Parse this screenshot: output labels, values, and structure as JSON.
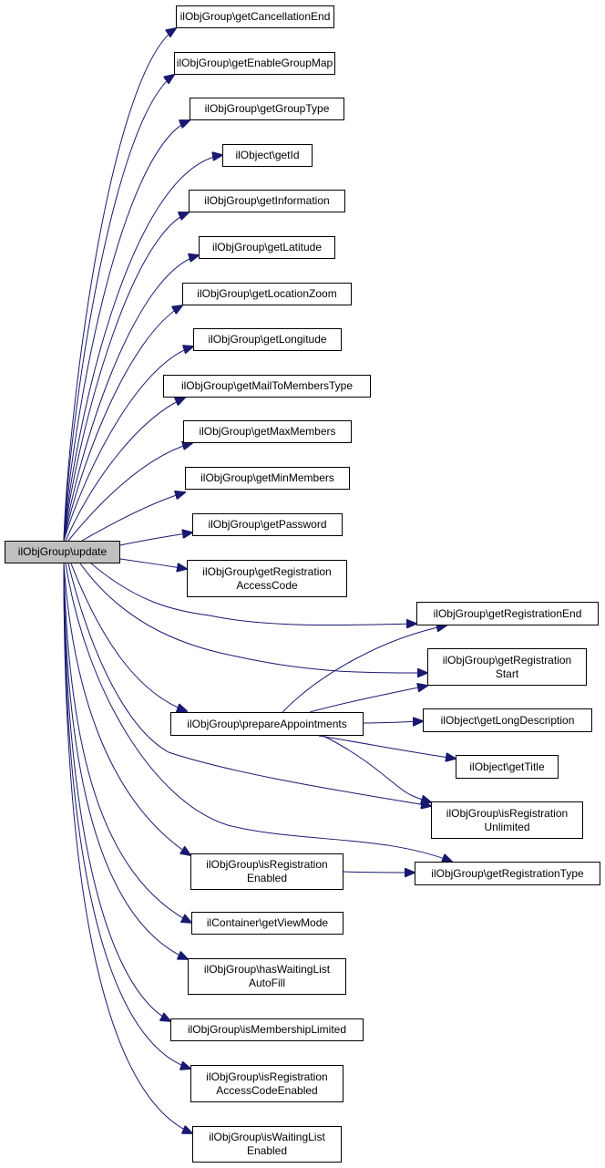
{
  "colors": {
    "edge": "#191970",
    "node_border": "#000000",
    "root_fill": "#bfbfbf",
    "node_fill": "#ffffff"
  },
  "nodes": {
    "root": {
      "lines": [
        "ilObjGroup\\update"
      ]
    },
    "getCancellationEnd": {
      "lines": [
        "ilObjGroup\\getCancellationEnd"
      ]
    },
    "getEnableGroupMap": {
      "lines": [
        "ilObjGroup\\getEnableGroupMap"
      ]
    },
    "getGroupType": {
      "lines": [
        "ilObjGroup\\getGroupType"
      ]
    },
    "getId": {
      "lines": [
        "ilObject\\getId"
      ]
    },
    "getInformation": {
      "lines": [
        "ilObjGroup\\getInformation"
      ]
    },
    "getLatitude": {
      "lines": [
        "ilObjGroup\\getLatitude"
      ]
    },
    "getLocationZoom": {
      "lines": [
        "ilObjGroup\\getLocationZoom"
      ]
    },
    "getLongitude": {
      "lines": [
        "ilObjGroup\\getLongitude"
      ]
    },
    "getMailToMembersType": {
      "lines": [
        "ilObjGroup\\getMailToMembersType"
      ]
    },
    "getMaxMembers": {
      "lines": [
        "ilObjGroup\\getMaxMembers"
      ]
    },
    "getMinMembers": {
      "lines": [
        "ilObjGroup\\getMinMembers"
      ]
    },
    "getPassword": {
      "lines": [
        "ilObjGroup\\getPassword"
      ]
    },
    "getRegistrationAccessCode": {
      "lines": [
        "ilObjGroup\\getRegistration",
        "AccessCode"
      ]
    },
    "getRegistrationEnd": {
      "lines": [
        "ilObjGroup\\getRegistrationEnd"
      ]
    },
    "getRegistrationStart": {
      "lines": [
        "ilObjGroup\\getRegistration",
        "Start"
      ]
    },
    "prepareAppointments": {
      "lines": [
        "ilObjGroup\\prepareAppointments"
      ]
    },
    "getLongDescription": {
      "lines": [
        "ilObject\\getLongDescription"
      ]
    },
    "getTitle": {
      "lines": [
        "ilObject\\getTitle"
      ]
    },
    "isRegistrationUnlimited": {
      "lines": [
        "ilObjGroup\\isRegistration",
        "Unlimited"
      ]
    },
    "isRegistrationEnabled": {
      "lines": [
        "ilObjGroup\\isRegistration",
        "Enabled"
      ]
    },
    "getRegistrationType": {
      "lines": [
        "ilObjGroup\\getRegistrationType"
      ]
    },
    "getViewMode": {
      "lines": [
        "ilContainer\\getViewMode"
      ]
    },
    "hasWaitingListAutoFill": {
      "lines": [
        "ilObjGroup\\hasWaitingList",
        "AutoFill"
      ]
    },
    "isMembershipLimited": {
      "lines": [
        "ilObjGroup\\isMembershipLimited"
      ]
    },
    "isRegistrationAccessCodeEnabled": {
      "lines": [
        "ilObjGroup\\isRegistration",
        "AccessCodeEnabled"
      ]
    },
    "isWaitingListEnabled": {
      "lines": [
        "ilObjGroup\\isWaitingList",
        "Enabled"
      ]
    }
  }
}
